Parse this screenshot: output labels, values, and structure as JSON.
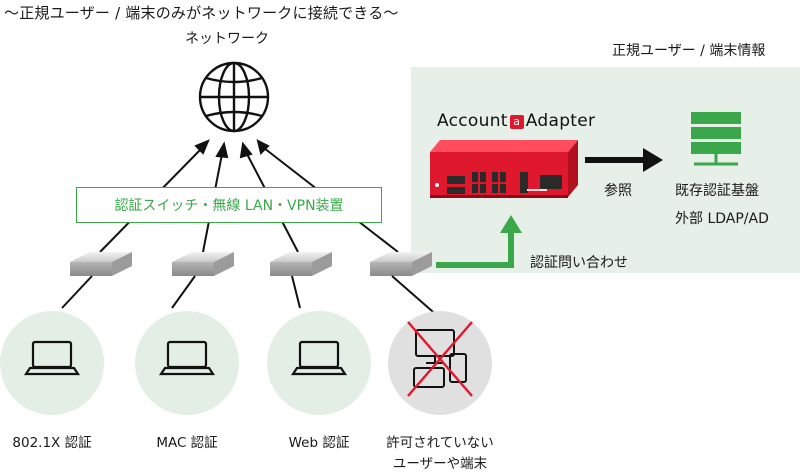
{
  "header": {
    "title": "〜正規ユーザー / 端末のみがネットワークに接続できる〜"
  },
  "network": {
    "label": "ネットワーク"
  },
  "switch_box": {
    "label": "認証スイッチ・無線 LAN・VPN装置"
  },
  "panel": {
    "title": "正規ユーザー / 端末情報",
    "product_prefix": "Account",
    "product_mark": "a",
    "product_suffix": "Adapter",
    "reference_label": "参照",
    "db_line1": "既存認証基盤",
    "db_line2": "外部 LDAP/AD"
  },
  "auth_query": {
    "label": "認証問い合わせ"
  },
  "devices": [
    {
      "label": "802.1X 認証",
      "icon": "laptop-icon"
    },
    {
      "label": "MAC 認証",
      "icon": "laptop-icon"
    },
    {
      "label": "Web 認証",
      "icon": "laptop-icon"
    },
    {
      "label": "許可されていない",
      "label2": "ユーザーや端末",
      "icon": "blocked-devices-icon"
    }
  ],
  "colors": {
    "green": "#3aa84a",
    "panel_bg": "#e6efe8",
    "device_circle": "#e3eee5",
    "blocked_circle": "#e0e0e0",
    "appliance_red": "#e0182d",
    "blocked_cross": "#e0182d"
  }
}
